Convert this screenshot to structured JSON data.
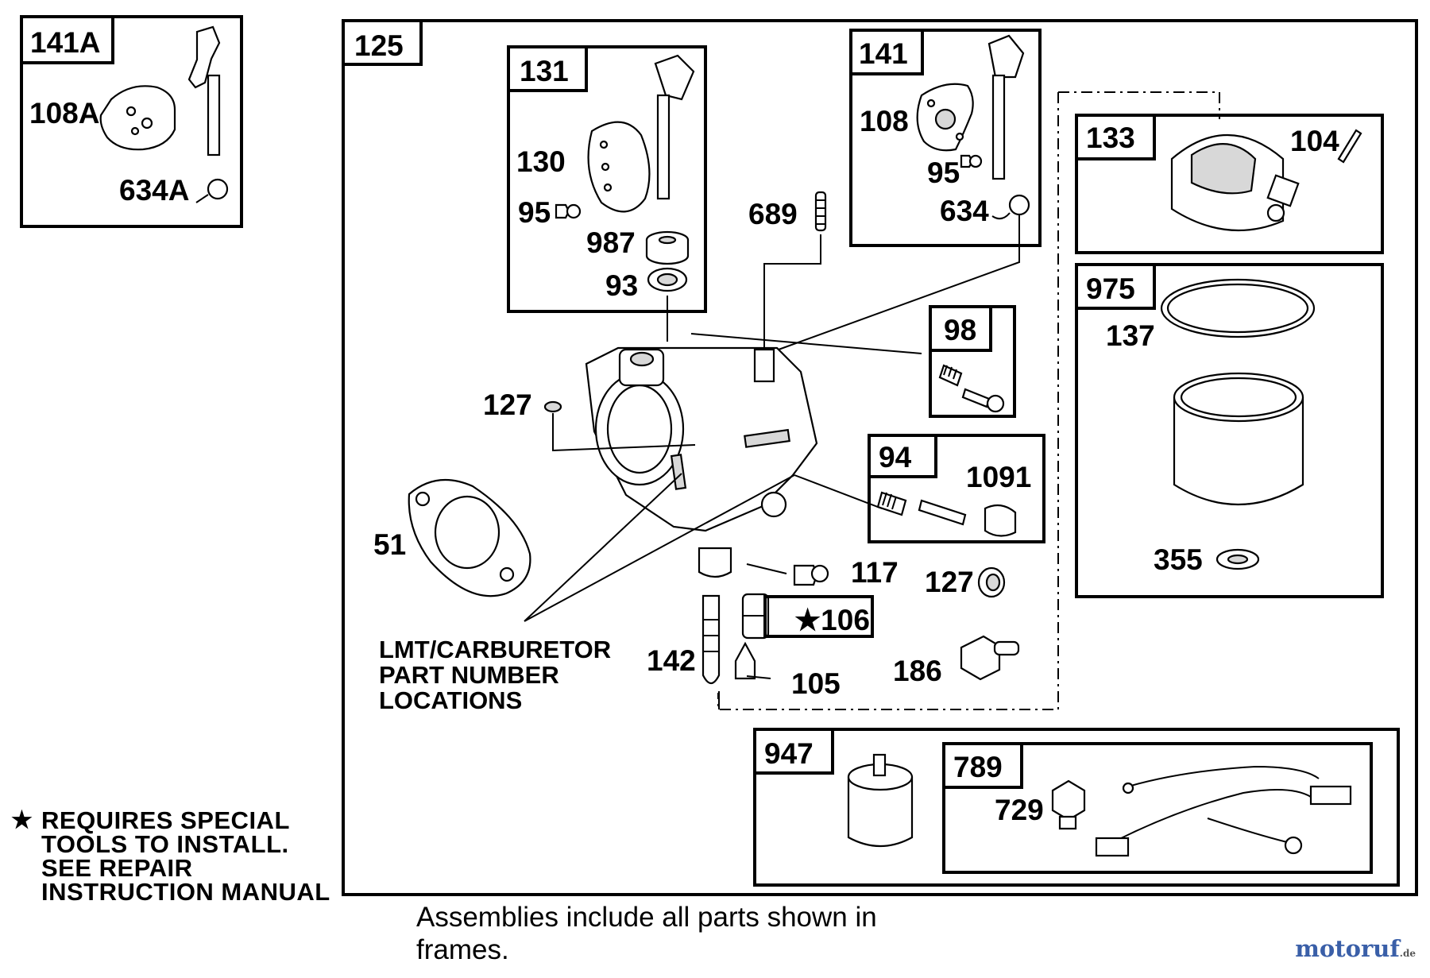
{
  "frames": {
    "f141A": "141A",
    "f125": "125",
    "f131": "131",
    "f141": "141",
    "f133": "133",
    "f975": "975",
    "f98": "98",
    "f94": "94",
    "f106": "★106",
    "f947": "947",
    "f789": "789"
  },
  "callouts": {
    "c108A": "108A",
    "c634A": "634A",
    "c130": "130",
    "c95a": "95",
    "c987": "987",
    "c93": "93",
    "c689": "689",
    "c108": "108",
    "c95b": "95",
    "c634": "634",
    "c104": "104",
    "c137": "137",
    "c355": "355",
    "c127a": "127",
    "c51": "51",
    "c1091": "1091",
    "c117": "117",
    "c127b": "127",
    "c142": "142",
    "c105": "105",
    "c186": "186",
    "c729": "729"
  },
  "lmt_note": [
    "LMT/CARBURETOR",
    "PART NUMBER",
    "LOCATIONS"
  ],
  "special_note": {
    "star": "★",
    "lines": [
      "REQUIRES SPECIAL",
      "TOOLS TO INSTALL.",
      "SEE REPAIR",
      "INSTRUCTION MANUAL"
    ]
  },
  "footer": [
    "Assemblies include all parts shown in",
    "frames."
  ],
  "watermark": {
    "name": "motoruf",
    "suffix": ".de"
  }
}
